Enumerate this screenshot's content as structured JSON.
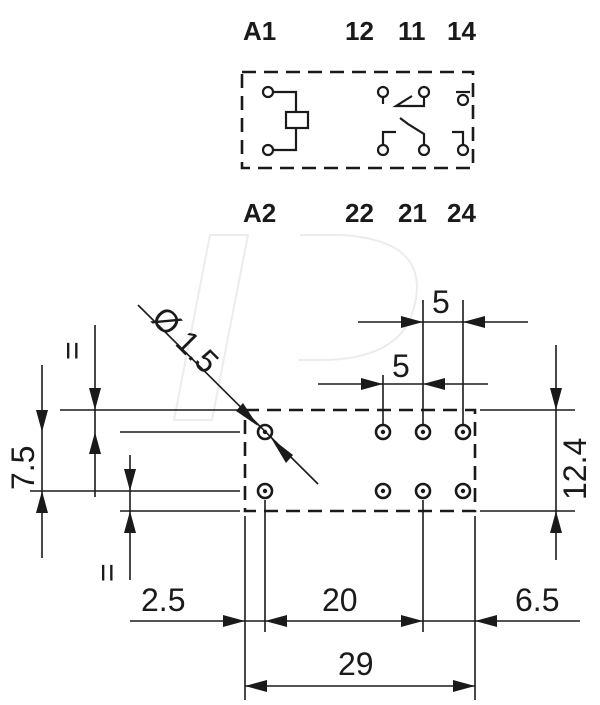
{
  "pins": {
    "top": [
      "A1",
      "12",
      "11",
      "14"
    ],
    "bottom": [
      "A2",
      "22",
      "21",
      "24"
    ]
  },
  "dimensions": {
    "diameter": "Ø 1.5",
    "pitch_top": "5",
    "pitch_inner": "5",
    "height_total": "12.4",
    "row_spacing": "7.5",
    "equal_top": "=",
    "equal_bottom": "=",
    "left_offset": "2.5",
    "span": "20",
    "right_offset": "6.5",
    "width_total": "29"
  },
  "icons": {
    "coil": "relay-coil-icon",
    "contact1": "changeover-contact-icon",
    "contact2": "changeover-contact-icon"
  },
  "colors": {
    "ink": "#1a1a1a",
    "background": "#ffffff"
  }
}
